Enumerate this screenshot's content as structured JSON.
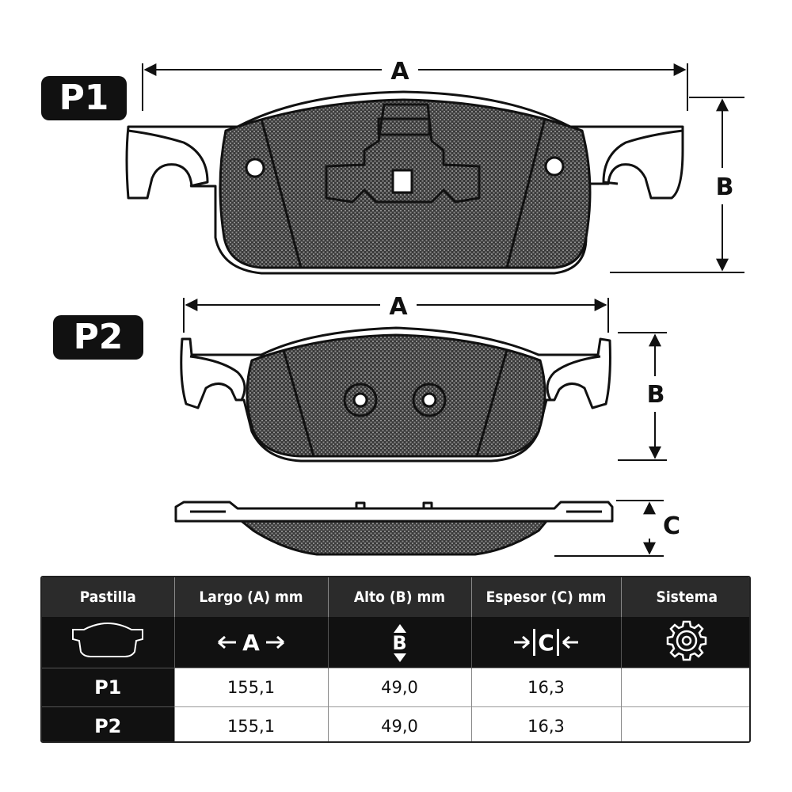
{
  "labels": {
    "p1": "P1",
    "p2": "P2"
  },
  "dimensions": {
    "a": "A",
    "b": "B",
    "c": "C"
  },
  "table": {
    "headers": [
      "Pastilla",
      "Largo (A) mm",
      "Alto (B) mm",
      "Espesor (C) mm",
      "Sistema"
    ],
    "icons": {
      "pad": "brake-pad-outline-icon",
      "largo": "horizontal-arrows-icon",
      "alto": "vertical-arrows-icon",
      "espesor": "inward-arrows-icon",
      "sistema": "gear-icon"
    },
    "icon_letters": {
      "largo": "A",
      "alto": "B",
      "espesor": "C"
    },
    "rows": [
      {
        "pastilla": "P1",
        "largo": "155,1",
        "alto": "49,0",
        "espesor": "16,3",
        "sistema": ""
      },
      {
        "pastilla": "P2",
        "largo": "155,1",
        "alto": "49,0",
        "espesor": "16,3",
        "sistema": ""
      }
    ]
  },
  "colors": {
    "ink": "#111111",
    "friction": "#555555",
    "header_bg": "#2b2b2b"
  }
}
